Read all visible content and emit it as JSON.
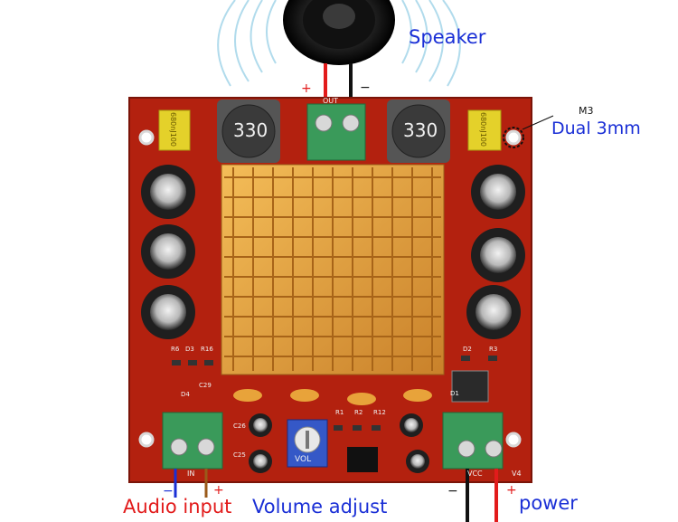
{
  "labels": {
    "speaker": "Speaker",
    "m3": "M3",
    "dual": "Dual 3mm",
    "audio_input": "Audio input",
    "volume_adjust": "Volume adjust",
    "power": "power"
  },
  "board": {
    "inductor_left": "330",
    "inductor_right": "330",
    "cap_left": "680nJ100",
    "cap_right": "680nJ100",
    "pot_label": "VOL",
    "out_label": "OUT",
    "in_label": "IN",
    "vcc_label": "VCC",
    "v4_label": "V4",
    "silkscreen": [
      "R6",
      "D3",
      "R16",
      "C29",
      "D4",
      "C26",
      "C25",
      "R1",
      "R2",
      "R12",
      "D2",
      "R3",
      "D1"
    ]
  },
  "polarity": {
    "speaker_plus": "+",
    "speaker_minus": "−",
    "audio_minus": "−",
    "audio_plus": "+",
    "power_minus": "−",
    "power_plus": "+"
  },
  "colors": {
    "board": "#b3210f",
    "heatsink": "#e8a33a",
    "terminal": "#3a9a5a",
    "accent_blue": "#1a2fd6",
    "accent_red": "#e21b1b"
  }
}
